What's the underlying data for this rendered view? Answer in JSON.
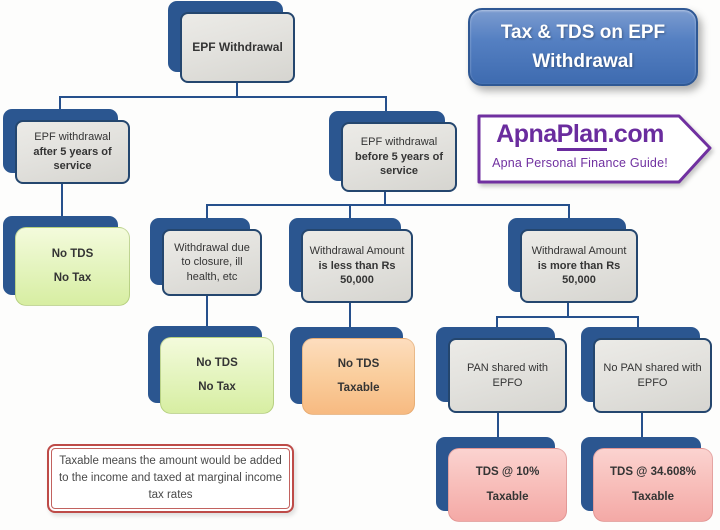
{
  "banner": {
    "line1": "Tax & TDS on EPF",
    "line2": "Withdrawal"
  },
  "logo": {
    "brand_part1": "Apna",
    "brand_part2": "Plan",
    "brand_part3": ".com",
    "tagline": "Apna Personal Finance Guide!"
  },
  "nodes": {
    "root": {
      "text": "EPF Withdrawal"
    },
    "after5": {
      "normal": "EPF withdrawal",
      "bold": "after 5 years of service"
    },
    "before5": {
      "normal": "EPF withdrawal",
      "bold": "before 5 years of service"
    },
    "closure": {
      "text": "Withdrawal due to closure, ill health, etc"
    },
    "less50k": {
      "normal": "Withdrawal Amount ",
      "bold": "is less than Rs 50,000"
    },
    "more50k": {
      "normal": "Withdrawal Amount ",
      "bold": "is more than Rs 50,000"
    },
    "outcome_after5": {
      "line1": "No TDS",
      "line2": "No Tax"
    },
    "outcome_closure": {
      "line1": "No TDS",
      "line2": "No Tax"
    },
    "outcome_less50k": {
      "line1": "No TDS",
      "line2": "Taxable"
    },
    "pan_shared": {
      "text": "PAN shared with EPFO"
    },
    "no_pan_shared": {
      "text": "No PAN shared with EPFO"
    },
    "outcome_pan": {
      "line1": "TDS @ 10%",
      "line2": "Taxable"
    },
    "outcome_no_pan": {
      "line1": "TDS @ 34.608%",
      "line2": "Taxable"
    }
  },
  "note": {
    "text": "Taxable means the amount would be added to the income and taxed at marginal income tax rates"
  },
  "colors": {
    "navy_shadow": "#2b5690",
    "navy_border": "#24466e",
    "connector": "#26508c",
    "banner_blue": "#4470b2",
    "logo_purple": "#7030a0",
    "note_red": "#be4b48",
    "outcome_green": "#d7eea2",
    "outcome_orange": "#f7ba81",
    "outcome_pink": "#f4a9a6",
    "condition_gray": "#d6d5d0"
  }
}
